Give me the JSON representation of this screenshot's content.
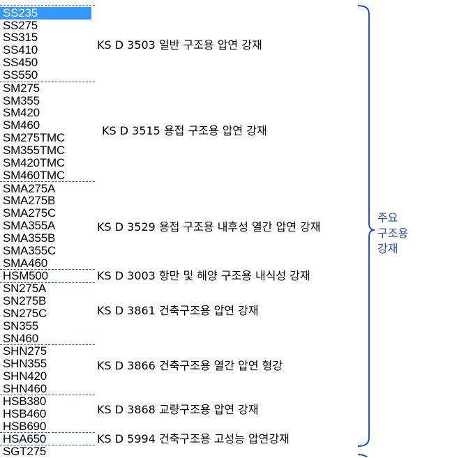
{
  "list": {
    "items": [
      "SS235",
      "SS275",
      "SS315",
      "SS410",
      "SS450",
      "SS550",
      "SM275",
      "SM355",
      "SM420",
      "SM460",
      "SM275TMC",
      "SM355TMC",
      "SM420TMC",
      "SM460TMC",
      "SMA275A",
      "SMA275B",
      "SMA275C",
      "SMA355A",
      "SMA355B",
      "SMA355C",
      "SMA460",
      "HSM500",
      "SN275A",
      "SN275B",
      "SN275C",
      "SN355",
      "SN460",
      "SHN275",
      "SHN355",
      "SHN420",
      "SHN460",
      "HSB380",
      "HSB460",
      "HSB690",
      "HSA650",
      "SGT275"
    ],
    "selected_index": 0
  },
  "groups": [
    {
      "label": "KS D 3503 일반 구조용 압연 강재"
    },
    {
      "label": "KS D 3515 용접 구조용 압연 강재"
    },
    {
      "label": "KS D 3529 용접 구조용 내후성 열간 압연 강재"
    },
    {
      "label": "KS D 3003 항만 및 해양 구조용 내식성 강재"
    },
    {
      "label": "KS D 3861 건축구조용 압연 강재"
    },
    {
      "label": "KS D 3866 건축구조용 열간 압연 형강"
    },
    {
      "label": "KS D 3868 교량구조용 압연 강재"
    },
    {
      "label": "KS D 5994 건축구조용 고성능 압연강재"
    }
  ],
  "side_label": {
    "line1": "주요",
    "line2": "구조용",
    "line3": "강재"
  },
  "colors": {
    "accent": "#1f4fd1",
    "selection": "#3399ff"
  }
}
